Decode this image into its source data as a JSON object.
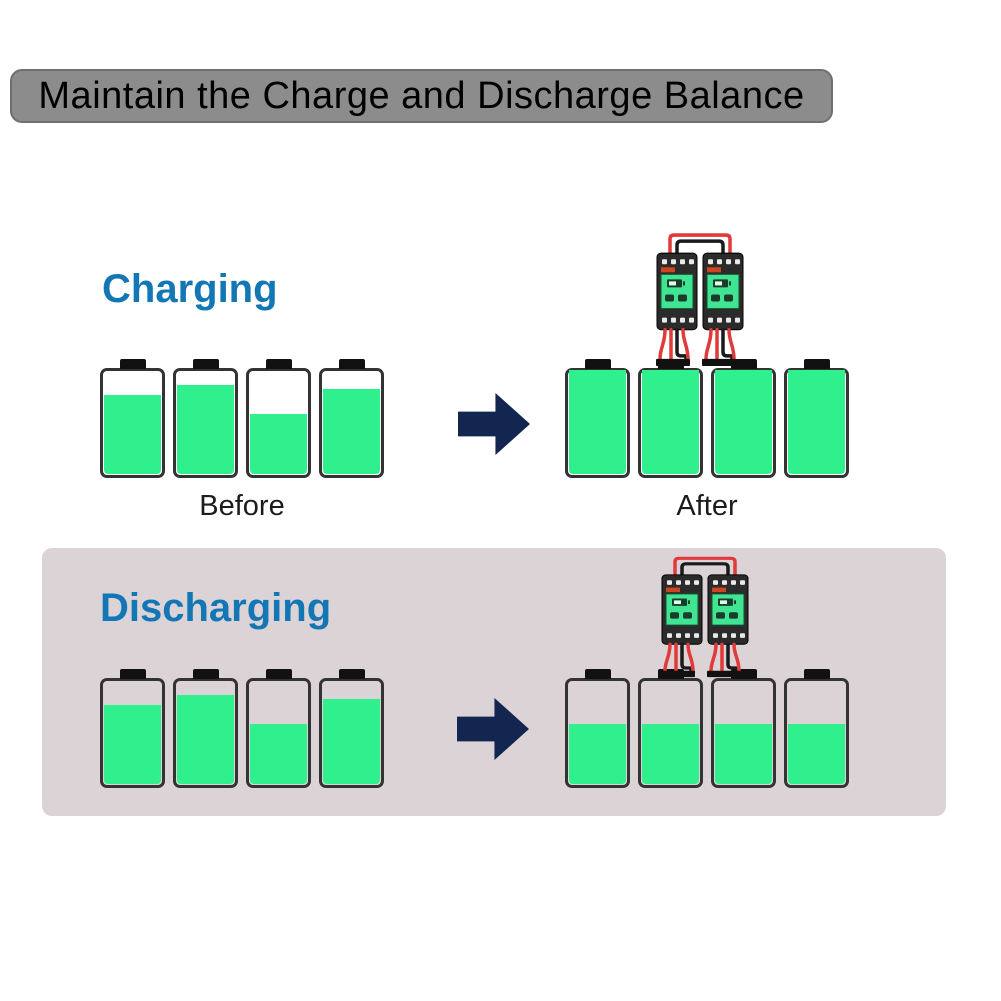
{
  "title": "Maintain the Charge and Discharge Balance",
  "colors": {
    "banner_bg": "#8C8C8C",
    "banner_border": "#6F6F6F",
    "banner_text": "#000000",
    "section_label_blue": "#1477B5",
    "battery_green": "#2FF08C",
    "battery_border": "#333333",
    "terminal_black": "#111111",
    "arrow_navy": "#13264F",
    "discharge_bg": "#DCD3D7",
    "wire_red": "#E03A3A",
    "wire_black": "#1A1A1A",
    "device_body": "#2B2B2B",
    "device_screen": "#3FE592"
  },
  "sections": {
    "charging": {
      "label": "Charging",
      "before_label": "Before",
      "after_label": "After",
      "before_levels": [
        76,
        86,
        58,
        82
      ],
      "after_levels": [
        100,
        100,
        100,
        100
      ]
    },
    "discharging": {
      "label": "Discharging",
      "before_levels": [
        76,
        86,
        58,
        82
      ],
      "after_levels": [
        58,
        58,
        58,
        58
      ]
    }
  }
}
